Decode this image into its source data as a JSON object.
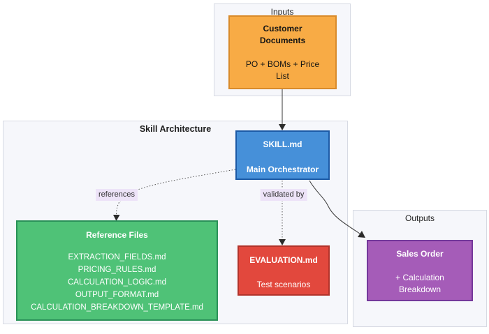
{
  "diagram": {
    "containers": {
      "inputs": {
        "label": "Inputs"
      },
      "skill_architecture": {
        "label": "Skill Architecture"
      },
      "outputs": {
        "label": "Outputs"
      }
    },
    "nodes": {
      "customer_documents": {
        "title": "Customer Documents",
        "subtitle": "PO + BOMs + Price List",
        "fill": "#f8ab45",
        "border": "#d98b2b",
        "text_color": "#141414"
      },
      "skill_md": {
        "title": "SKILL.md",
        "subtitle": "Main Orchestrator",
        "fill": "#4690d9",
        "border": "#1c5aa6",
        "text_color": "#ffffff"
      },
      "reference_files": {
        "title": "Reference Files",
        "files": [
          "EXTRACTION_FIELDS.md",
          "PRICING_RULES.md",
          "CALCULATION_LOGIC.md",
          "OUTPUT_FORMAT.md",
          "CALCULATION_BREAKDOWN_TEMPLATE.md"
        ],
        "fill": "#4fc277",
        "border": "#2a9158",
        "text_color": "#ffffff"
      },
      "evaluation_md": {
        "title": "EVALUATION.md",
        "subtitle": "Test scenarios",
        "fill": "#e2483d",
        "border": "#b2332a",
        "text_color": "#ffffff"
      },
      "sales_order": {
        "title": "Sales Order",
        "subtitle": "+ Calculation Breakdown",
        "fill": "#a55cb8",
        "border": "#74389b",
        "text_color": "#ffffff"
      }
    },
    "edges": {
      "references_label": "references",
      "validated_by_label": "validated by",
      "label_bg": "#ede3f8",
      "solid_color": "#3a3a3a",
      "dotted_color": "#555555"
    }
  }
}
